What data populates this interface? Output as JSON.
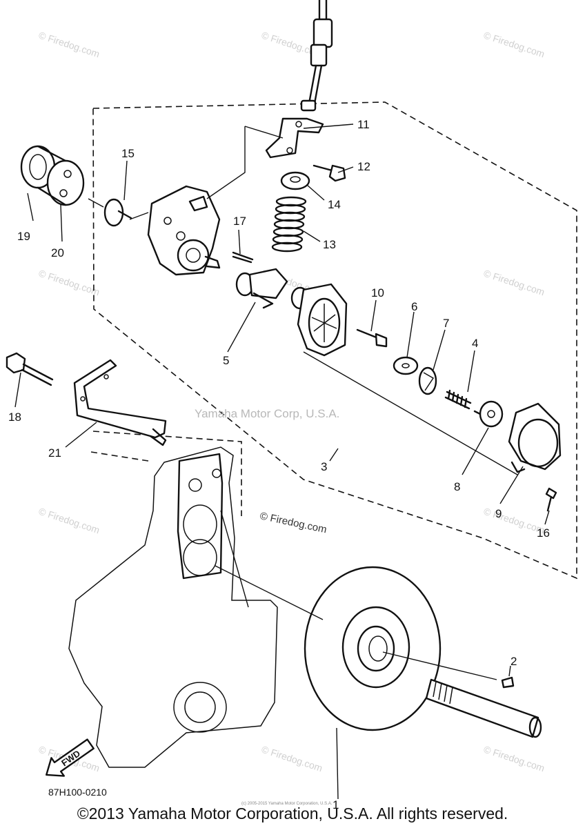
{
  "diagram": {
    "callouts": [
      "1",
      "2",
      "3",
      "4",
      "5",
      "6",
      "7",
      "8",
      "9",
      "10",
      "11",
      "12",
      "13",
      "14",
      "15",
      "16",
      "17",
      "18",
      "19",
      "20",
      "21"
    ],
    "center_watermark": "Yamaha Motor Corp, U.S.A.",
    "site_watermark": "© Firedog.com",
    "repeat_watermark": "© Firedog.com",
    "direction_label": "FWD",
    "drawing_code": "87H100-0210",
    "fine_print": "(c) 2005-2015 Yamaha Motor Corporation, U.S.A.",
    "copyright": "©2013 Yamaha Motor Corporation, U.S.A. All rights reserved."
  }
}
